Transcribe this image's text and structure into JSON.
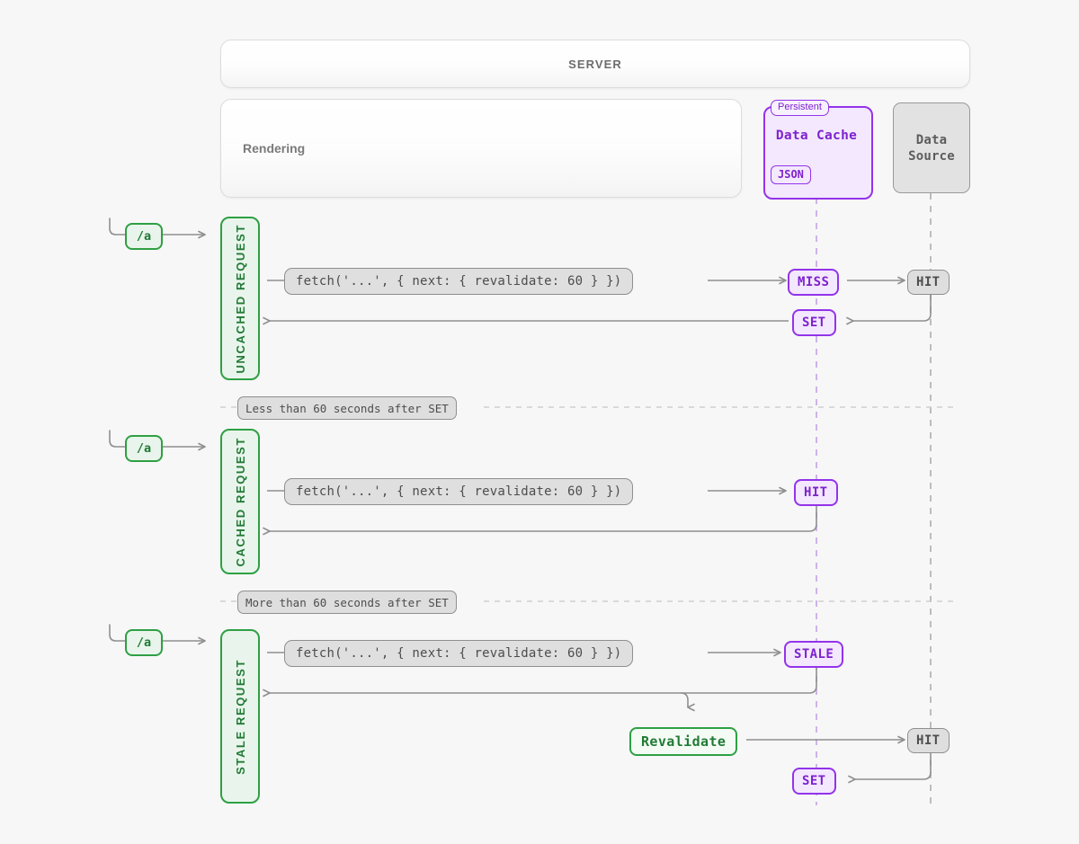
{
  "server": {
    "title": "SERVER",
    "rendering_label": "Rendering"
  },
  "data_cache": {
    "badge": "Persistent",
    "title": "Data Cache",
    "format_chip": "JSON"
  },
  "data_source": {
    "line1": "Data",
    "line2": "Source"
  },
  "colors": {
    "purple": "#9333ea",
    "purple_text": "#7e22ce",
    "purple_fill": "#f3e8fd",
    "green": "#2ea043",
    "green_text": "#217a35",
    "green_fill": "#e9f5ec",
    "gray_border": "#8f8f8f",
    "gray_fill": "#dedede",
    "gray_text": "#4d4d4d",
    "background": "#f7f7f7"
  },
  "fetch_code": "fetch('...', { next: { revalidate: 60 } })",
  "rows": [
    {
      "id": "uncached",
      "label": "UNCACHED REQUEST",
      "route": "/a",
      "fetch": "fetch('...', { next: { revalidate: 60 } })",
      "cache_status": "MISS",
      "source_status": "HIT",
      "set_status": "SET"
    },
    {
      "id": "cached",
      "label": "CACHED REQUEST",
      "route": "/a",
      "fetch": "fetch('...', { next: { revalidate: 60 } })",
      "cache_status": "HIT"
    },
    {
      "id": "stale",
      "label": "STALE REQUEST",
      "route": "/a",
      "fetch": "fetch('...', { next: { revalidate: 60 } })",
      "cache_status": "STALE",
      "revalidate_label": "Revalidate",
      "source_status": "HIT",
      "set_status": "SET"
    }
  ],
  "dividers": [
    {
      "id": "divider-less-than",
      "text": "Less than 60 seconds after SET"
    },
    {
      "id": "divider-more-than",
      "text": "More than 60 seconds after SET"
    }
  ]
}
